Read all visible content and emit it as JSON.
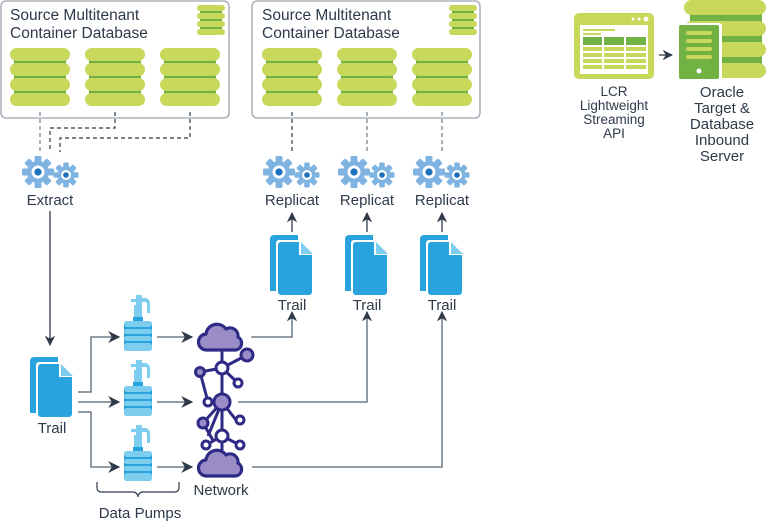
{
  "diagram": {
    "source_containers": [
      {
        "title_line1": "Source Multitenant",
        "title_line2": "Container Database",
        "pdb_count": 3
      },
      {
        "title_line1": "Source Multitenant",
        "title_line2": "Container Database",
        "pdb_count": 3
      }
    ],
    "extract": {
      "label": "Extract"
    },
    "source_trail": {
      "label": "Trail"
    },
    "data_pumps": {
      "label": "Data Pumps",
      "count": 3
    },
    "network": {
      "label": "Network"
    },
    "target_trails": [
      {
        "label": "Trail"
      },
      {
        "label": "Trail"
      },
      {
        "label": "Trail"
      }
    ],
    "replicats": [
      {
        "label": "Replicat"
      },
      {
        "label": "Replicat"
      },
      {
        "label": "Replicat"
      }
    ],
    "legend": {
      "lcr": {
        "line1": "LCR",
        "line2": "Lightweight",
        "line3": "Streaming",
        "line4": "API"
      },
      "oracle": {
        "line1": "Oracle",
        "line2": "Target &",
        "line3": "Database",
        "line4": "Inbound",
        "line5": "Server"
      }
    },
    "colors": {
      "db_light": "#c8d85a",
      "db_dark": "#72b144",
      "gear": "#7fb3e2",
      "gear_center": "#1d6fbf",
      "doc_blue": "#28a3dd",
      "doc_fold": "#7dcdee",
      "pump_light": "#7dcdee",
      "pump_dark": "#28a3dd",
      "network_stroke": "#2e2a86",
      "network_fill": "#9a8cc7",
      "arrow": "#2e3a4a",
      "line": "#6f7b88",
      "box_border": "#9aa3ad"
    }
  }
}
